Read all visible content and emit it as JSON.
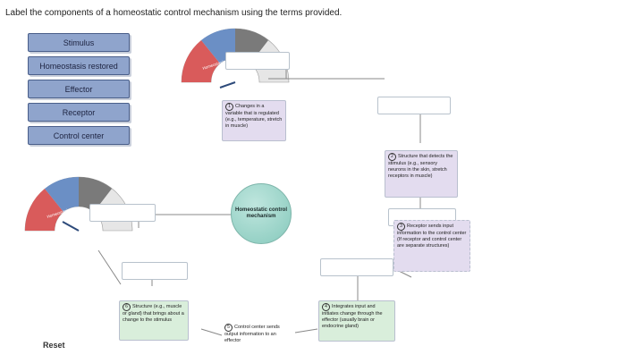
{
  "instruction": "Label the components of a homeostatic control mechanism using the terms provided.",
  "terms": [
    "Stimulus",
    "Homeostasis restored",
    "Effector",
    "Receptor",
    "Control center"
  ],
  "reset_label": "Reset",
  "center_label": "Homeostatic control mechanism",
  "gauge_label": "Homeostasis",
  "steps": {
    "s1": {
      "num": "1",
      "text": "Changes in a variable that is regulated (e.g., temperature, stretch in muscle)"
    },
    "s2": {
      "num": "2",
      "text": "Structure that detects the stimulus (e.g., sensory neurons in the skin, stretch receptors in muscle)"
    },
    "s3": {
      "num": "3",
      "text": "Receptor sends input information to the control center (If receptor and control center are separate structures)"
    },
    "s4": {
      "num": "4",
      "text": "Integrates input and initiates change through the effector (usually brain or endocrine gland)"
    },
    "s5": {
      "num": "5",
      "text": "Control center sends output information to an effector"
    },
    "s6": {
      "num": "6",
      "text": "Structure (e.g., muscle or gland) that brings about a change to the stimulus"
    }
  },
  "colors": {
    "term_bg": "#8fa4cc",
    "card_purple": "#e3dcef",
    "card_green": "#d9eedb"
  }
}
